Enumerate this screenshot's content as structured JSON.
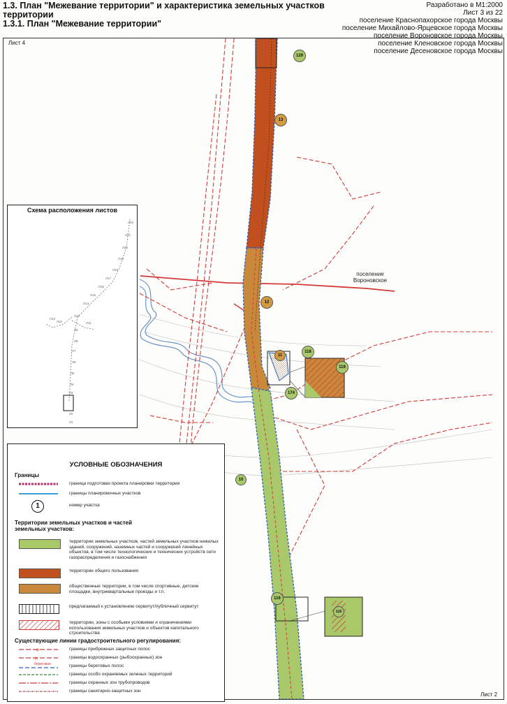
{
  "header": {
    "title_line1": "1.3.    План \"Межевание территории\" и характеристика земельных участков",
    "title_line2": "территории",
    "title_line3": "1.3.1. План \"Межевание территории\"",
    "developed": "Разработано в  М1:2000",
    "sheet": "Лист 3 из 22",
    "settlements": [
      "поселение Краснопахорское города Москвы",
      "поселение Михайлово-Ярцевское города Москвы",
      "поселение Вороновское города Москвы",
      "поселение Кленовское города Москвы",
      "поселение Десеновское города Москвы"
    ]
  },
  "sheet_top": "Лист 4",
  "sheet_bottom": "Лист 2",
  "map": {
    "settlement_label_1": "поселение",
    "settlement_label_2": "Вороновское",
    "plots": {
      "p129": "129",
      "p13": "13",
      "p12": "12",
      "p11": "11",
      "p118": "118",
      "p119": "119",
      "p174": "174",
      "p10": "10",
      "p116": "116",
      "p116b": "116"
    },
    "colors": {
      "public_territory": "#c0501e",
      "public_spaces": "#c8893a",
      "green_plots": "#a8c86a",
      "red_lines": "#d23a3a",
      "blue_border": "#2a5fc0"
    }
  },
  "scheme": {
    "title": "Схема расположения листов",
    "labels": [
      "Л22",
      "Л21",
      "Л20",
      "Л19",
      "Л18",
      "Л17",
      "Л16",
      "Л15",
      "Л14",
      "Л13",
      "Л12",
      "Л11",
      "Л10",
      "Л9",
      "Л8",
      "Л7",
      "Л6",
      "Л5",
      "Л4",
      "Л3",
      "Л2",
      "Л1"
    ]
  },
  "legend": {
    "title": "УСЛОВНЫЕ ОБОЗНАЧЕНИЯ",
    "boundaries_heading": "Границы",
    "b1": "граница подготовки проекта планировки территории",
    "b2": "границы планировочных участков",
    "b3_symbol": "1",
    "b3": "номер участка",
    "territories_heading": "Территории земельных участков и частей земельных участков:",
    "t1": "территории земельных участков, частей земельных участков нежилых зданий, сооружений, наземных частей и сооружений линейных объектов, в том числе технологических и технических устройств сети газораспределения и газоснабжения",
    "t2": "территории общего пользования",
    "t3": "общественные территории, в том числе спортивные, детские площадки, внутриквартальные проезды и т.п.",
    "t4": "предлагаемый к установлению сервитут/публичный сервитут",
    "t5": "территории, зоны с особыми условиями и ограничениями использования земельных участков и объектов капитального строительства",
    "lines_heading": "Существующие линии градостроительного регулирования:",
    "l1": "границы прибрежных защитных полос",
    "l2": "границы водоохранных (рыбоохранных) зон",
    "l3_tag": "береговая",
    "l3": "границы береговых полос",
    "l4": "границы особо охраняемых зеленых территорий",
    "l5": "границы охранных зон трубопроводов",
    "l6": "границы санитарно-защитных зон"
  }
}
